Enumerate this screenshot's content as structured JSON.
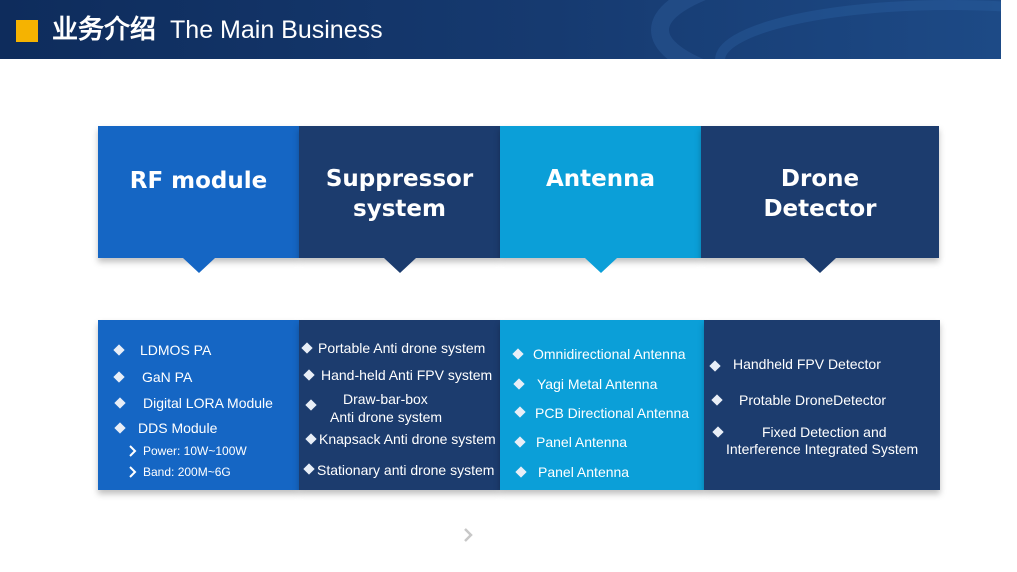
{
  "header": {
    "title_cn": "业务介绍",
    "title_en": "The Main Business"
  },
  "categories": [
    {
      "label": "RF module"
    },
    {
      "label": "Suppressor\nsystem"
    },
    {
      "label": "Antenna"
    },
    {
      "label": "Drone\nDetector"
    }
  ],
  "rf_module": {
    "items": [
      "LDMOS PA",
      "GaN PA",
      "Digital LORA Module",
      "DDS Module"
    ],
    "sub_items": [
      "Power: 10W~100W",
      "Band: 200M~6G"
    ]
  },
  "suppressor": {
    "items": [
      "Portable Anti drone system",
      "Hand-held Anti FPV system",
      "Draw-bar-box",
      "Anti drone system",
      "Knapsack Anti drone system",
      "Stationary  anti drone system"
    ]
  },
  "antenna": {
    "items": [
      "Omnidirectional Antenna",
      "Yagi Metal Antenna",
      "PCB Directional Antenna",
      "Panel Antenna",
      "Panel Antenna"
    ]
  },
  "detector": {
    "items": [
      "Handheld FPV Detector",
      "Protable DroneDetector",
      "Fixed Detection and",
      "Interference Integrated System"
    ]
  },
  "colors": {
    "header": "#163a70",
    "accent_square": "#f5b301",
    "blue": "#1566c4",
    "navy": "#1c3c6e",
    "cyan": "#0b9fd8"
  },
  "icons": [
    "diamond-bullet-icon",
    "chevron-right-icon",
    "next-arrow-icon"
  ]
}
